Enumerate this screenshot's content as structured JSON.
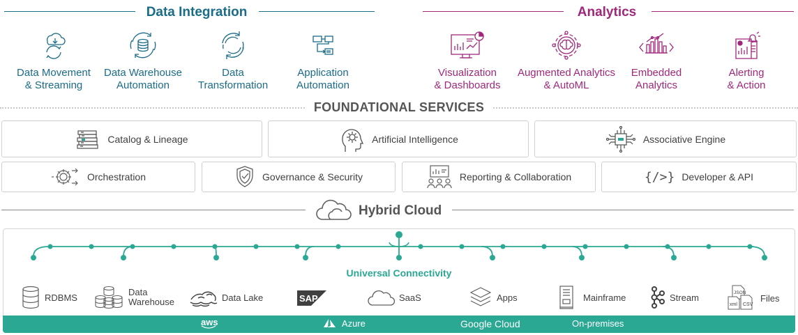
{
  "colors": {
    "integration": "#1a6c89",
    "analytics": "#a0287c",
    "connectivity": "#2ba893"
  },
  "data_integration": {
    "title": "Data Integration",
    "items": [
      {
        "line1": "Data Movement",
        "line2": "& Streaming",
        "icon": "cloud-cycle-icon"
      },
      {
        "line1": "Data Warehouse",
        "line2": "Automation",
        "icon": "database-cycle-icon"
      },
      {
        "line1": "Data",
        "line2": "Transformation",
        "icon": "transform-cycle-icon"
      },
      {
        "line1": "Application",
        "line2": "Automation",
        "icon": "app-flow-icon"
      }
    ]
  },
  "analytics": {
    "title": "Analytics",
    "items": [
      {
        "line1": "Visualization",
        "line2": "& Dashboards",
        "icon": "monitor-chart-icon"
      },
      {
        "line1": "Augmented Analytics",
        "line2": "& AutoML",
        "icon": "brain-gear-icon"
      },
      {
        "line1": "Embedded",
        "line2": "Analytics",
        "icon": "embedded-chart-icon"
      },
      {
        "line1": "Alerting",
        "line2": "& Action",
        "icon": "alert-report-icon"
      }
    ]
  },
  "foundational": {
    "title": "FOUNDATIONAL SERVICES",
    "row1": [
      {
        "label": "Catalog & Lineage",
        "icon": "books-icon"
      },
      {
        "label": "Artificial Intelligence",
        "icon": "head-gear-icon"
      },
      {
        "label": "Associative Engine",
        "icon": "chip-icon"
      }
    ],
    "row2": [
      {
        "label": "Orchestration",
        "icon": "gear-arrows-icon"
      },
      {
        "label": "Governance & Security",
        "icon": "shield-check-icon"
      },
      {
        "label": "Reporting & Collaboration",
        "icon": "presentation-icon"
      },
      {
        "label": "Developer & API",
        "icon": "code-braces-icon",
        "glyph": "{/>}"
      }
    ]
  },
  "hybrid_cloud": {
    "title": "Hybrid Cloud"
  },
  "connectivity": {
    "title": "Universal Connectivity",
    "sources": [
      {
        "label": "RDBMS",
        "icon": "database-icon"
      },
      {
        "label": "Data",
        "label2": "Warehouse",
        "icon": "warehouse-icon"
      },
      {
        "label": "Data Lake",
        "icon": "data-lake-icon"
      },
      {
        "label": "SAP",
        "icon": "sap-logo-icon"
      },
      {
        "label": "SaaS",
        "icon": "cloud-icon"
      },
      {
        "label": "Apps",
        "icon": "layers-icon"
      },
      {
        "label": "Mainframe",
        "icon": "server-icon"
      },
      {
        "label": "Stream",
        "icon": "stream-icon"
      },
      {
        "label": "Files",
        "icon": "files-icon",
        "badge1": "JSON",
        "badge2": "xml",
        "badge3": "CSV"
      }
    ]
  },
  "platforms": [
    {
      "label": "aws",
      "icon": "aws-logo"
    },
    {
      "label": "Azure",
      "icon": "azure-logo"
    },
    {
      "label": "Google Cloud",
      "icon": "google-cloud-logo"
    },
    {
      "label": "On-premises",
      "icon": "on-premises-label"
    }
  ]
}
